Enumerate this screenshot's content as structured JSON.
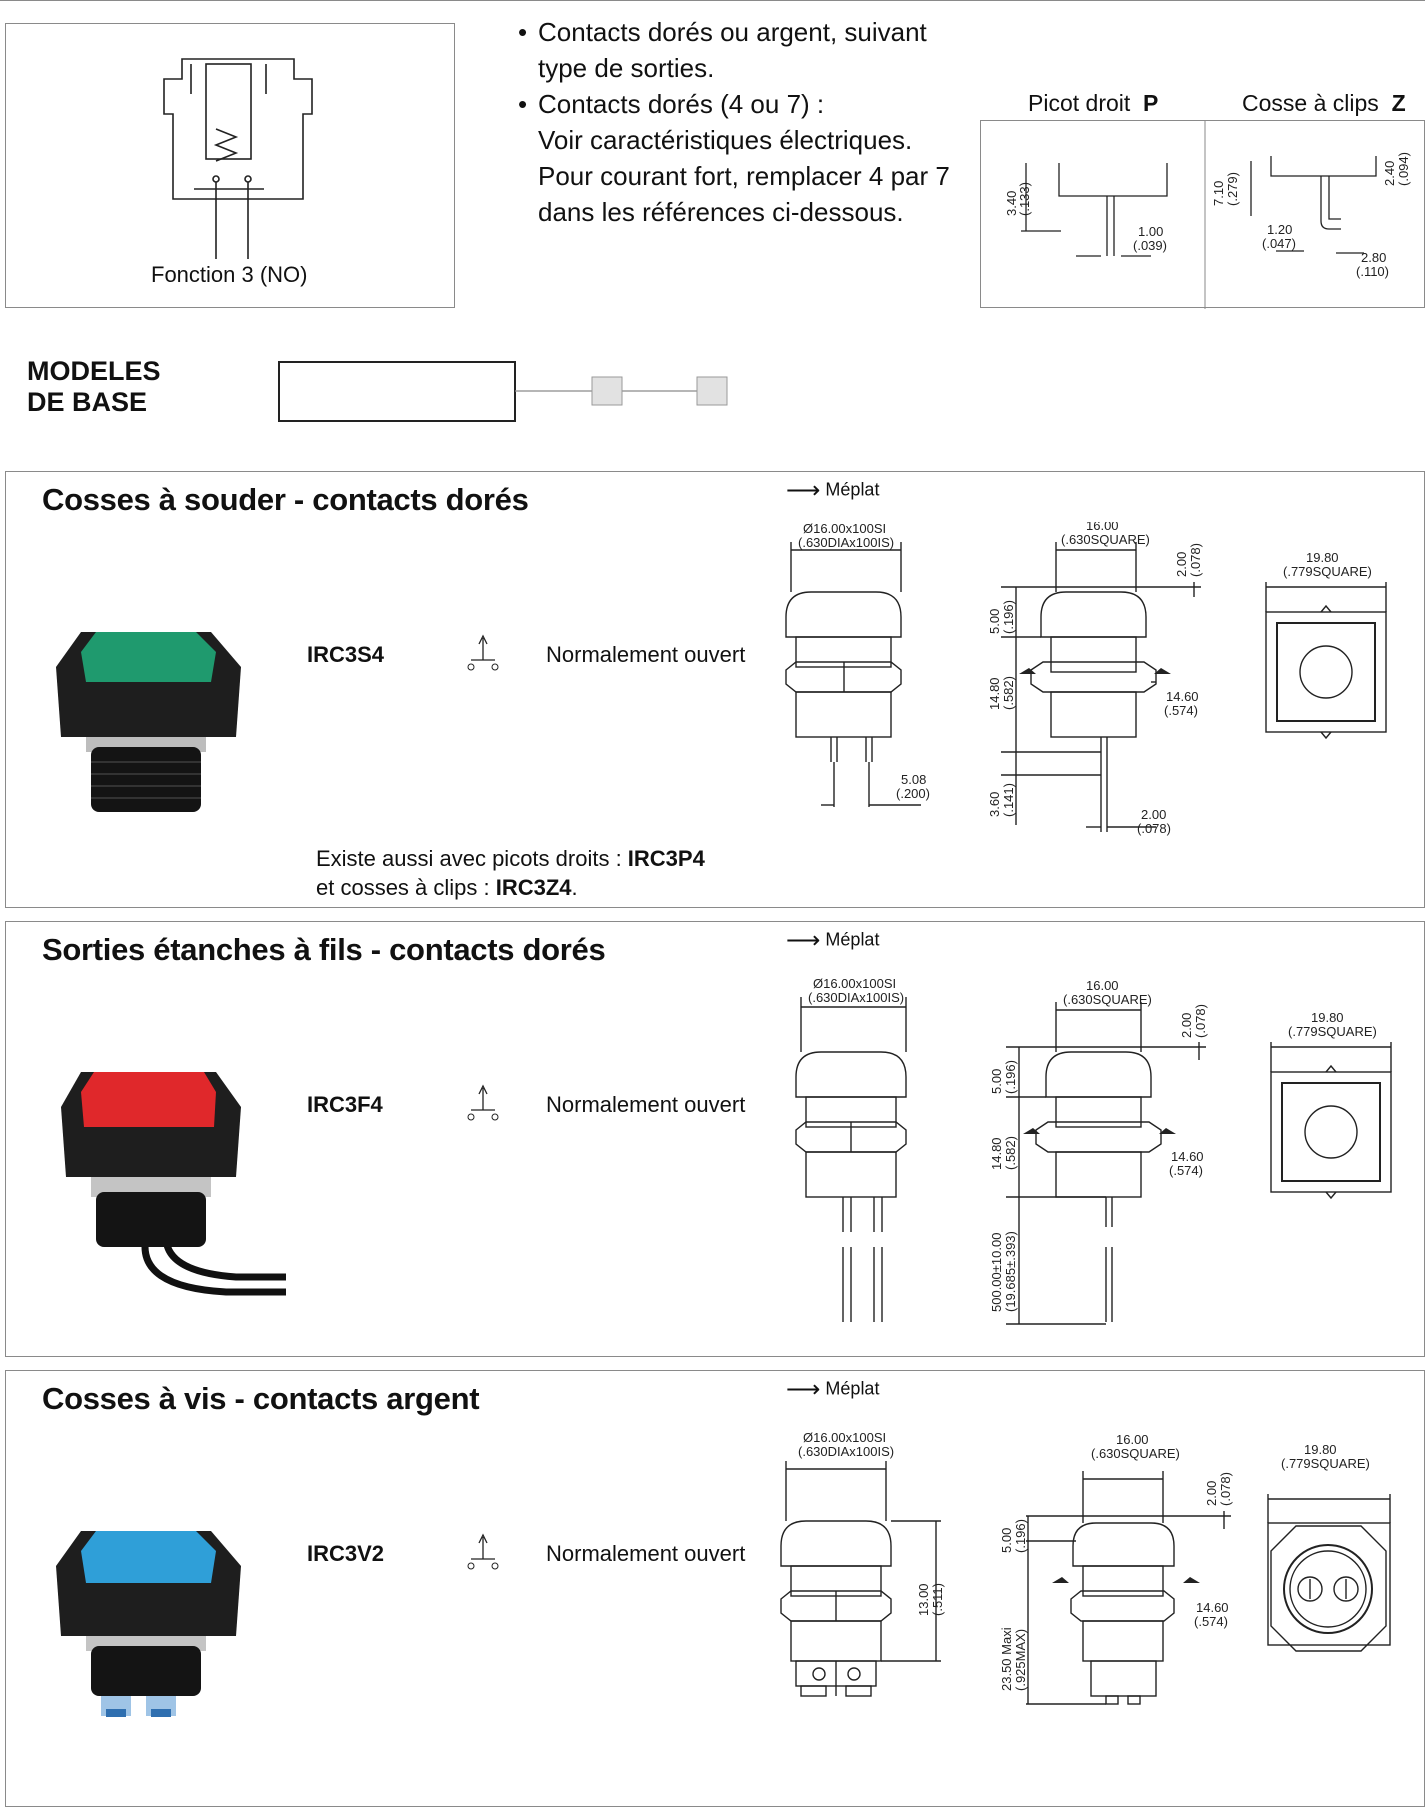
{
  "top": {
    "function_label": "Fonction 3 (NO)",
    "bullets": [
      {
        "line1": "Contacts dorés ou argent, suivant",
        "line2": "type de sorties."
      },
      {
        "line1": "Contacts dorés (4 ou 7) :",
        "line2": "Voir caractéristiques électriques.",
        "line3": "Pour courant fort, remplacer 4 par 7",
        "line4": "dans les références ci-dessous."
      }
    ],
    "terminals": {
      "picot": {
        "label": "Picot droit",
        "code": "P"
      },
      "cosse": {
        "label": "Cosse à clips",
        "code": "Z"
      }
    }
  },
  "modeles": {
    "line1": "MODELES",
    "line2": "DE BASE"
  },
  "sections": [
    {
      "title": "Cosses à souder - contacts dorés",
      "ref": "IRC3S4",
      "function": "Normalement ouvert",
      "meplat": "Méplat",
      "cap_color": "#1f9a6e",
      "note_line1": "Existe aussi avec picots droits : ",
      "note_ref1": "IRC3P4",
      "note_line2": "et cosses à clips : ",
      "note_ref2": "IRC3Z4",
      "note_end": "."
    },
    {
      "title": "Sorties étanches à fils - contacts dorés",
      "ref": "IRC3F4",
      "function": "Normalement ouvert",
      "meplat": "Méplat",
      "cap_color": "#e0282b"
    },
    {
      "title": "Cosses à vis - contacts argent",
      "ref": "IRC3V2",
      "function": "Normalement ouvert",
      "meplat": "Méplat",
      "cap_color": "#2f9fd8"
    }
  ],
  "dims": {
    "picot_h": "3.40",
    "picot_h_in": "(.133)",
    "picot_w": "1.00",
    "picot_w_in": "(.039)",
    "cosse_h": "7.10",
    "cosse_h_in": "(.279)",
    "cosse_t": "2.40",
    "cosse_t_in": "(.094)",
    "cosse_w1": "1.20",
    "cosse_w1_in": "(.047)",
    "cosse_w2": "2.80",
    "cosse_w2_in": "(.110)",
    "thread": "Ø16.00x100SI",
    "thread_in": "(.630DIAx100IS)",
    "sq16": "16.00",
    "sq16_in": "(.630SQUARE)",
    "sq19": "19.80",
    "sq19_in": "(.779SQUARE)",
    "d200": "2.00",
    "d200_in": "(.078)",
    "d500": "5.00",
    "d500_in": "(.196)",
    "d1480": "14.80",
    "d1480_in": "(.582)",
    "d1460": "14.60",
    "d1460_in": "(.574)",
    "d508": "5.08",
    "d508_in": "(.200)",
    "d360": "3.60",
    "d360_in": "(.141)",
    "wire": "500.00±10.00",
    "wire_in": "(19.685±.393)",
    "d1300": "13.00",
    "d1300_in": "(.511)",
    "d2350": "23.50 Maxi",
    "d2350_in": "(.925MAX)"
  }
}
